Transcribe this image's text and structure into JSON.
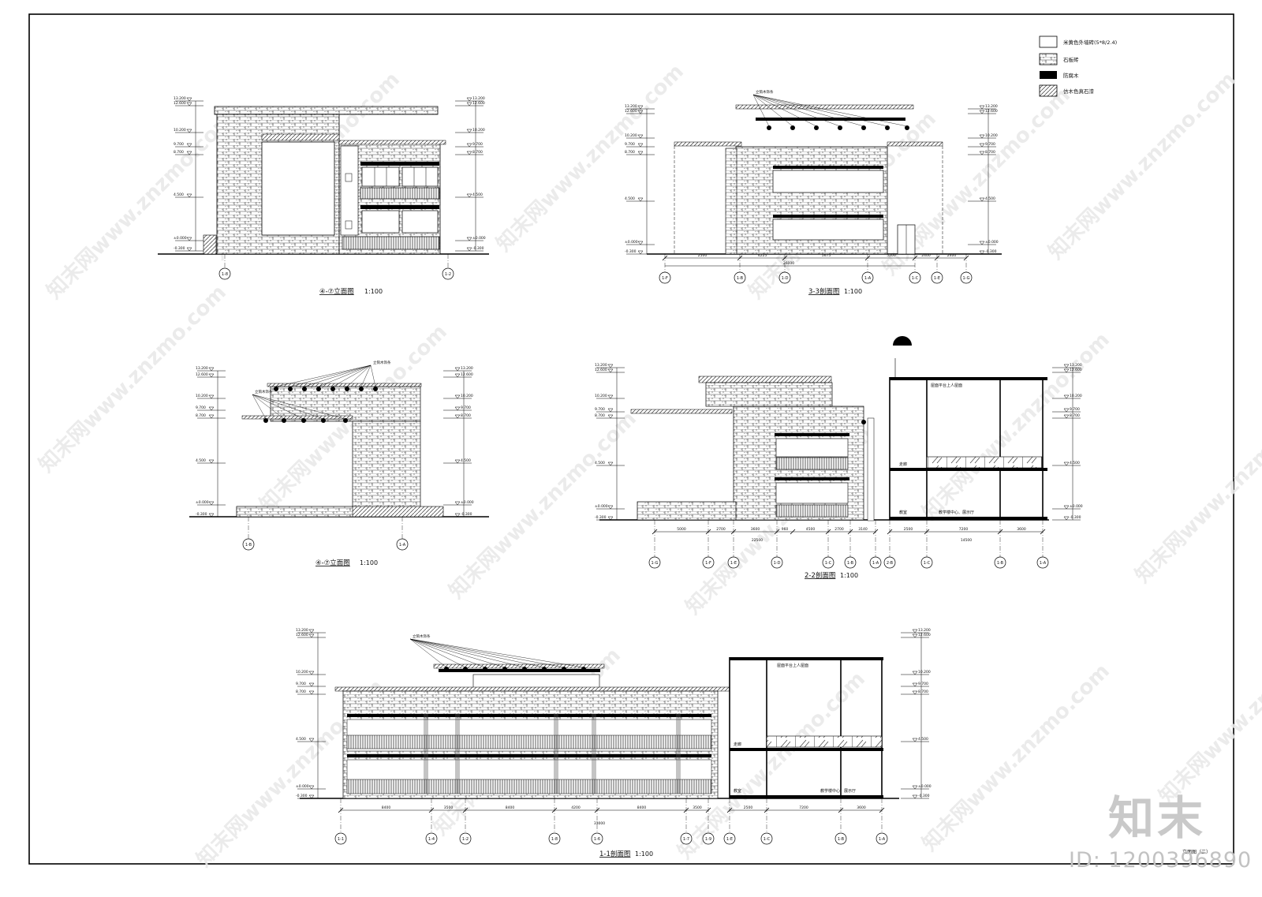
{
  "sheet": {
    "title_block": "立面图（二）",
    "logo": "知末",
    "id_label": "ID: 1200396890",
    "watermark_text": "知末网www.znzmo.com"
  },
  "legend": [
    {
      "label": "米黄色外墙砖(5*8/2.4)",
      "pattern": "blank"
    },
    {
      "label": "石板砖",
      "pattern": "stone"
    },
    {
      "label": "防腐木",
      "pattern": "solid"
    },
    {
      "label": "仿木色真石漆",
      "pattern": "hatch"
    }
  ],
  "annotation_callout": "立筒木饰条",
  "drawings": {
    "elev_a": {
      "title": "④-⑦立面图",
      "scale": "1:100",
      "levels": [
        "13.200",
        "12.600",
        "10.200",
        "9.700",
        "8.700",
        "4.500",
        "±0.000",
        "-0.300"
      ],
      "grids": [
        "1-8",
        "1-2"
      ]
    },
    "sect_3": {
      "title": "3-3剖面图",
      "scale": "1:100",
      "dims": [
        "2500",
        "4225",
        "5675",
        "5200",
        "2400",
        "2400"
      ],
      "total": "26000",
      "grids": [
        "1-F",
        "1-B",
        "1-D",
        "1-A",
        "1-C",
        "1-E",
        "1-G"
      ]
    },
    "elev_b": {
      "title": "④-⑦立面图",
      "scale": "1:100",
      "grids": [
        "1-B",
        "1-A"
      ]
    },
    "sect_2": {
      "title": "2-2剖面图",
      "scale": "1:100",
      "dims": [
        "5000",
        "2700",
        "3600",
        "960",
        "4500",
        "2700",
        "3140",
        "2500",
        "7200",
        "3600"
      ],
      "totals": [
        "22500",
        "14500"
      ],
      "grids": [
        "1-G",
        "1-F",
        "1-E",
        "1-D",
        "1-C",
        "1-B",
        "1-A",
        "2-B",
        "1-C",
        "1-B",
        "1-A"
      ],
      "labels": [
        "屋面平台上人屋面",
        "走廊",
        "教室",
        "教学楼中心、展示厅"
      ]
    },
    "sect_1": {
      "title": "1-1剖面图",
      "scale": "1:100",
      "dims": [
        "8400",
        "3500",
        "8400",
        "4200",
        "8400",
        "3500",
        "2500",
        "7200",
        "3600"
      ],
      "total": "33000",
      "grids": [
        "1-1",
        "1-4",
        "1-2",
        "1-8",
        "1-6",
        "1-7",
        "1-9",
        "1-E",
        "1-C",
        "1-B",
        "1-A"
      ],
      "labels": [
        "屋面平台上人屋面",
        "走廊",
        "教室",
        "教学楼中心、展示厅"
      ]
    }
  }
}
